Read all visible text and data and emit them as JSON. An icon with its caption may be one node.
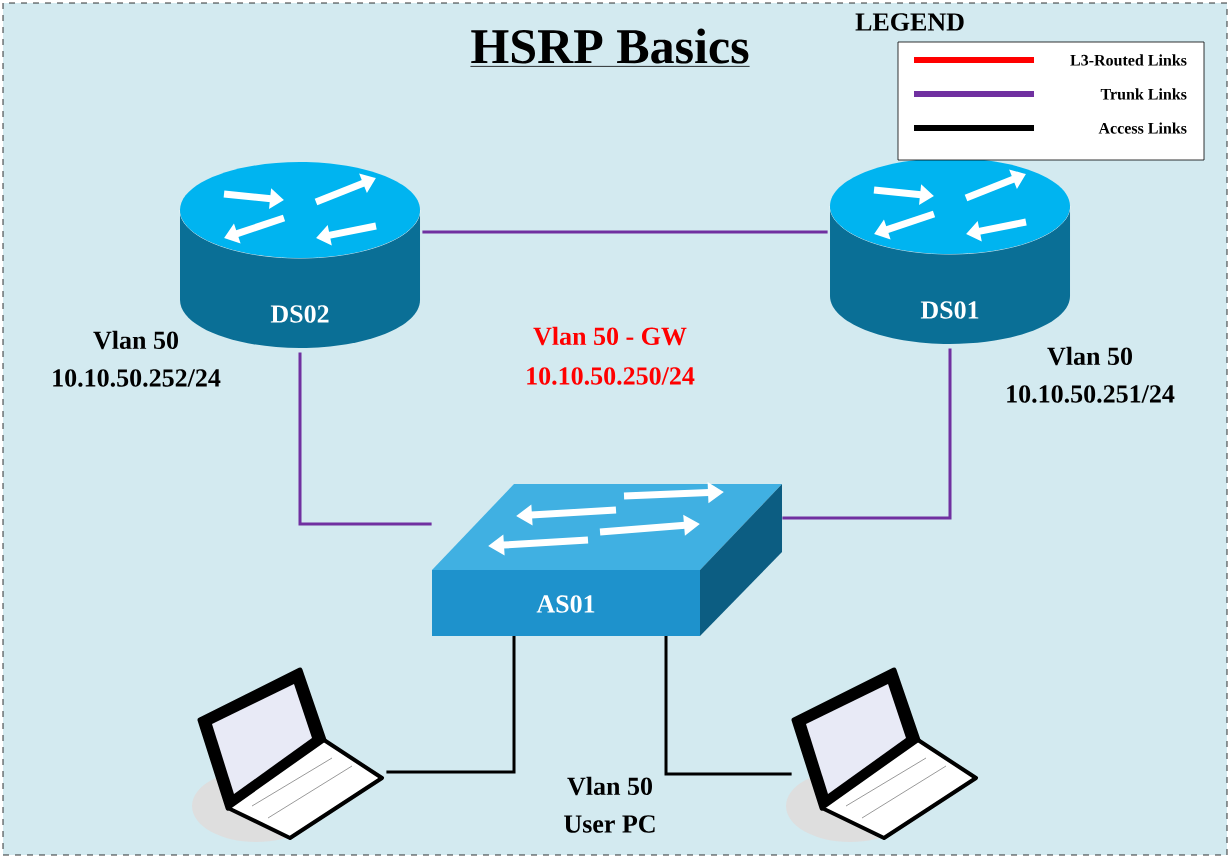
{
  "diagram": {
    "title": "HSRP Basics",
    "nodes": [
      {
        "text": [
          "DS02"
        ],
        "beside": [
          "Vlan 50",
          "10.10.50.252/24"
        ]
      },
      {
        "text": [
          "DS01"
        ],
        "beside": [
          "Vlan 50",
          "10.10.50.251/24"
        ]
      },
      {
        "text": [
          "AS01"
        ]
      },
      {
        "text": [],
        "shape": "laptop"
      },
      {
        "text": [],
        "shape": "laptop"
      }
    ],
    "edges": [
      {
        "from": 0,
        "to": 1,
        "arrow": "none"
      },
      {
        "from": 0,
        "to": 2,
        "arrow": "none"
      },
      {
        "from": 1,
        "to": 2,
        "arrow": "none"
      },
      {
        "from": 2,
        "to": 3,
        "arrow": "none",
        "color": "#000000"
      },
      {
        "from": 2,
        "to": 4,
        "arrow": "none",
        "color": "#000000"
      }
    ],
    "labels": [
      "Vlan 50 - GW",
      "10.10.50.250/24",
      "Vlan 50",
      "User PC",
      "LEGEND"
    ],
    "legend": [
      {
        "text": "L3-Routed Links",
        "color": "#ff0000"
      },
      {
        "text": "Trunk Links",
        "color": "#7030a0"
      },
      {
        "text": "Access Links",
        "color": "#000000"
      }
    ]
  }
}
